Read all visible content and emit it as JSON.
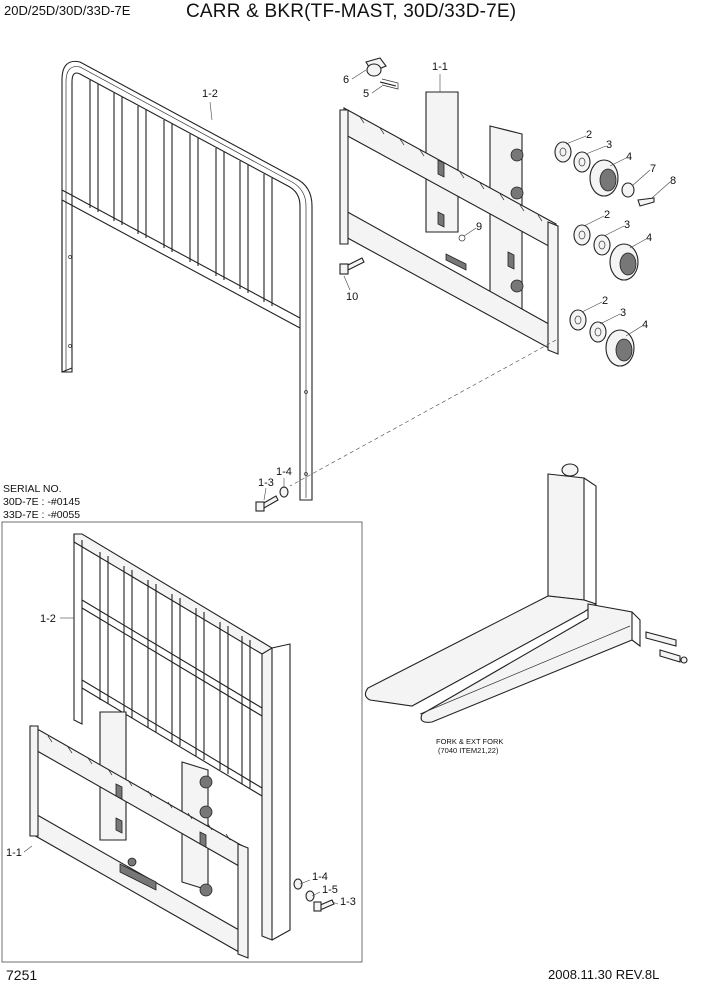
{
  "header": {
    "model_codes": "20D/25D/30D/33D-7E",
    "title": "CARR & BKR(TF-MAST, 30D/33D-7E)"
  },
  "serial_note": {
    "heading": "SERIAL NO.",
    "line1": "30D-7E : -#0145",
    "line2": "33D-7E : -#0055"
  },
  "fork_note": {
    "line1": "FORK & EXT FORK",
    "line2": "(7040 ITEM21,22)"
  },
  "callouts": {
    "c1_1": "1-1",
    "c1_2": "1-2",
    "c1_3": "1-3",
    "c1_4": "1-4",
    "c1_5": "1-5",
    "c2": "2",
    "c3": "3",
    "c4": "4",
    "c5": "5",
    "c6": "6",
    "c7": "7",
    "c8": "8",
    "c9": "9",
    "c10": "10"
  },
  "footer": {
    "page_number": "7251",
    "revision": "2008.11.30  REV.8L"
  }
}
